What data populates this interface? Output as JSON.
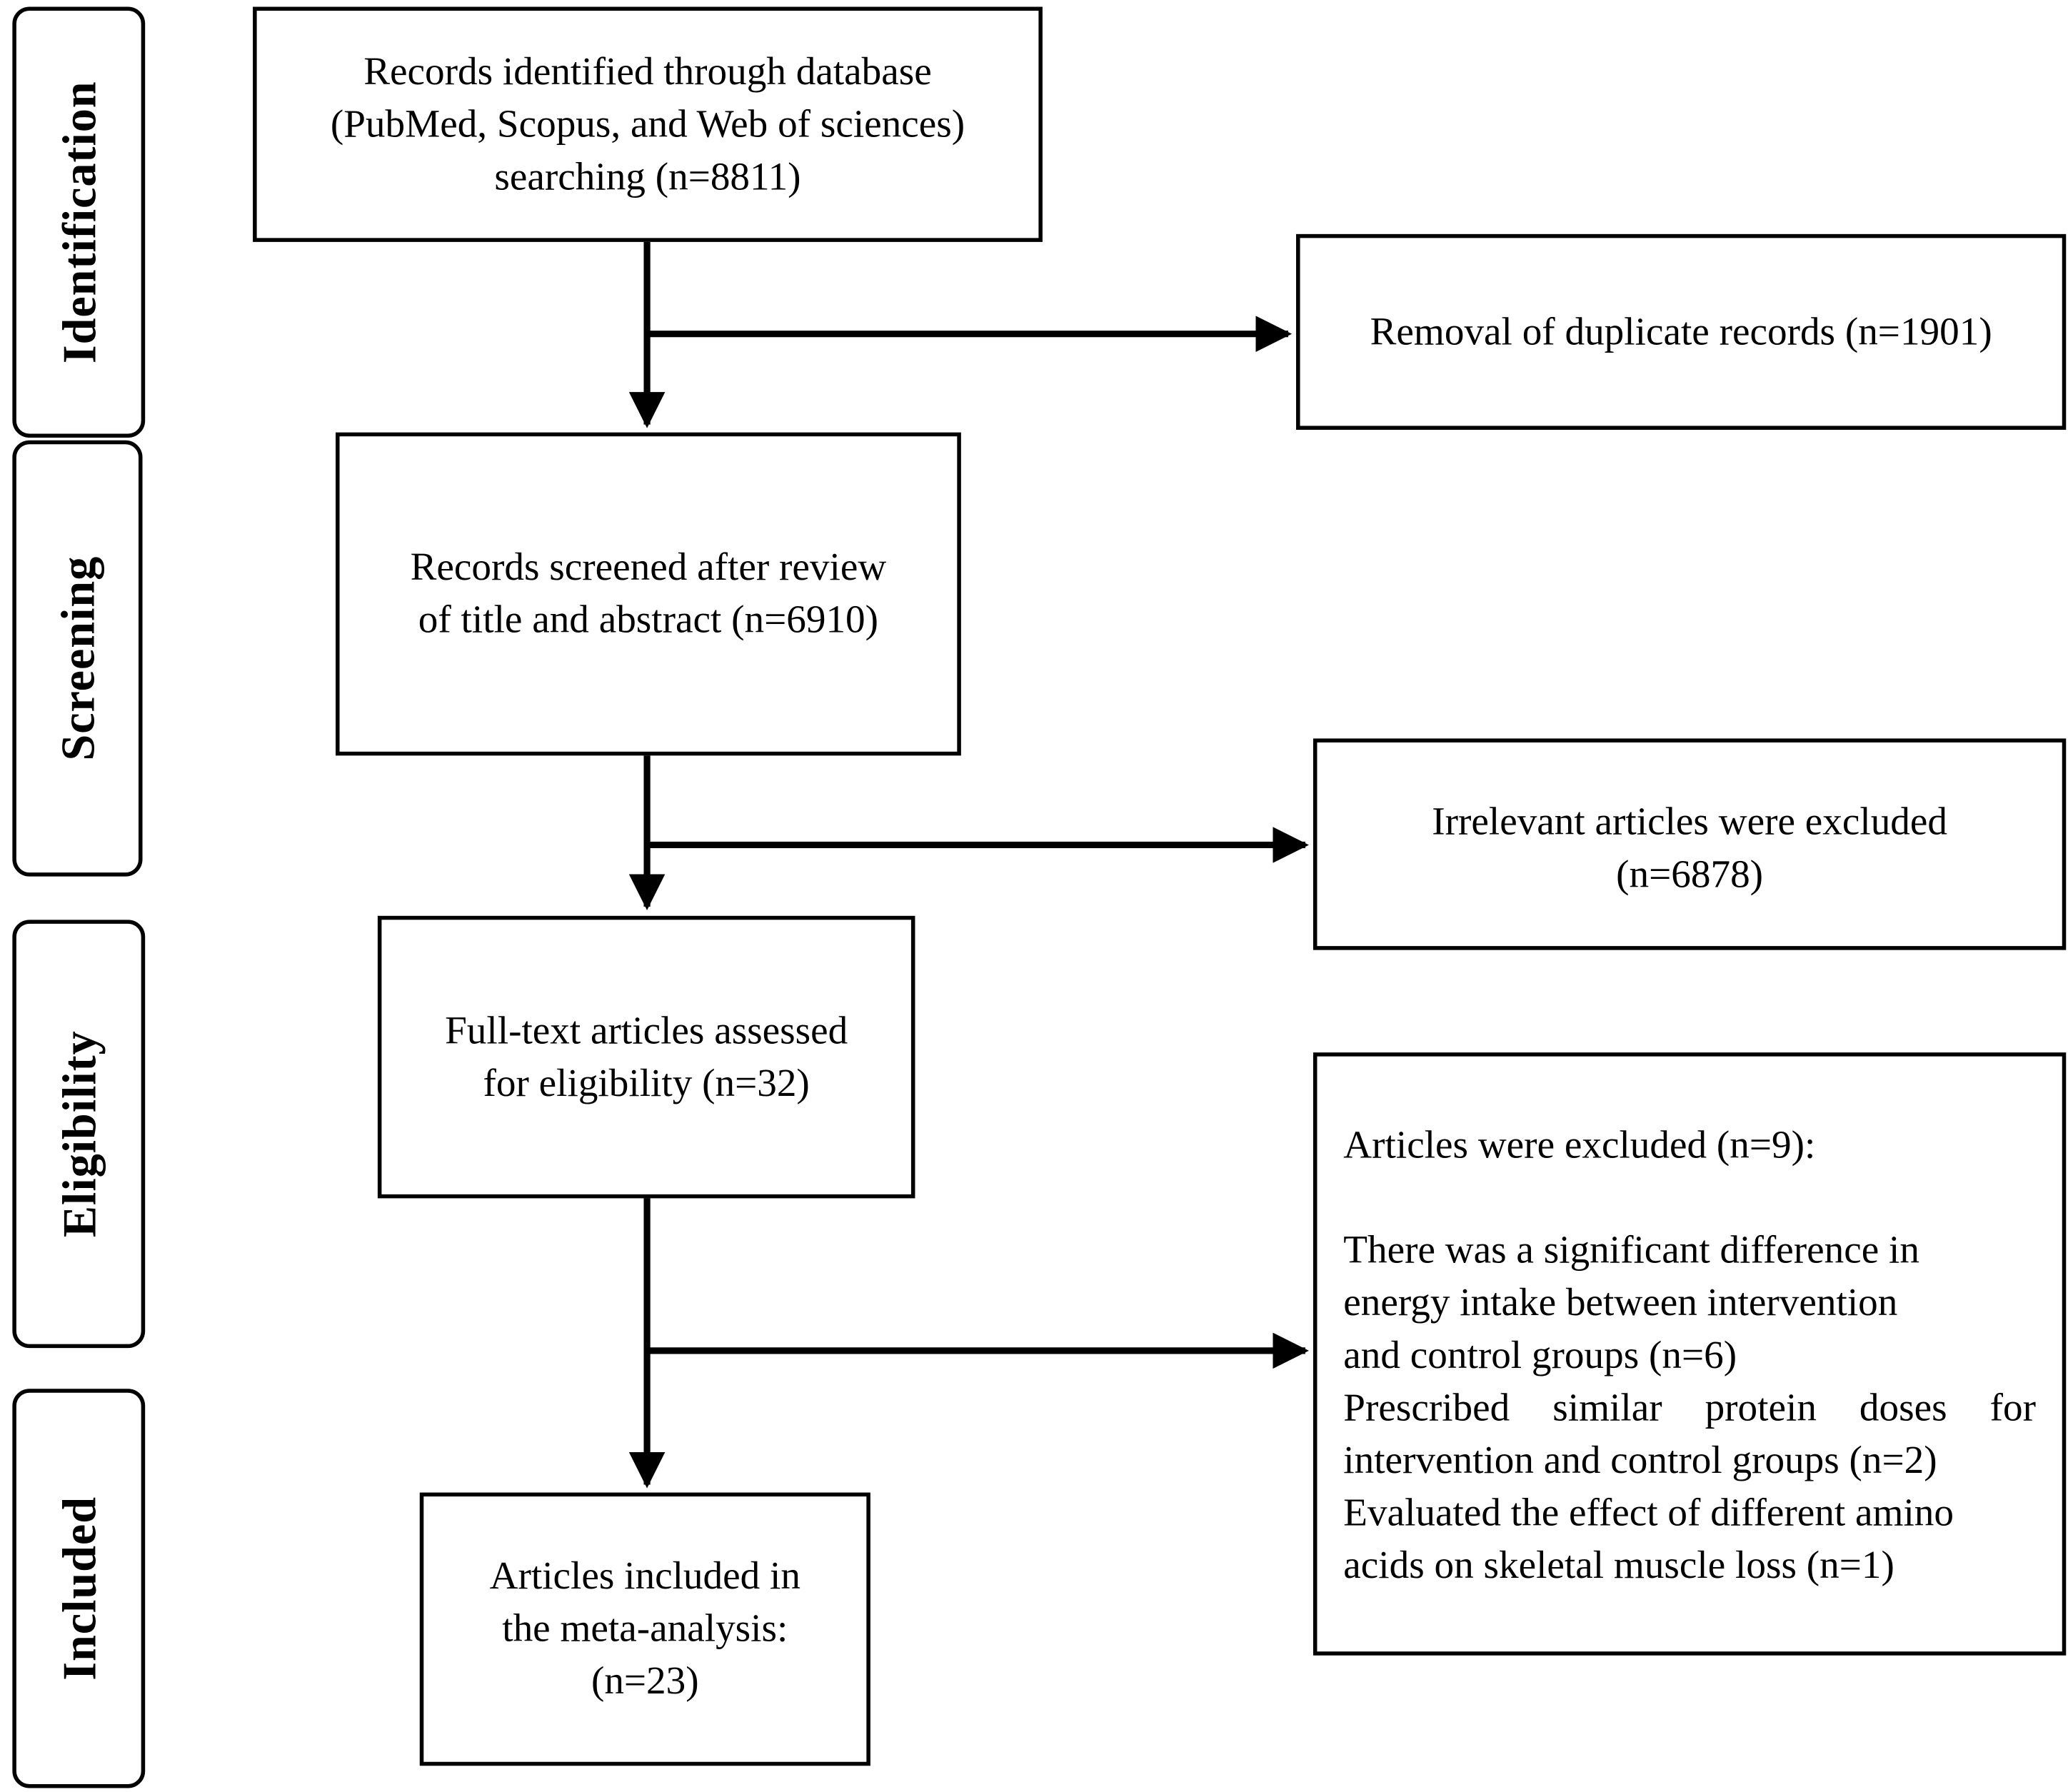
{
  "phases": {
    "identification": "Identification",
    "screening": "Screening",
    "eligibility": "Eligibility",
    "included": "Included"
  },
  "boxes": {
    "identified": {
      "lines": [
        "Records identified through database",
        "(PubMed, Scopus, and Web of sciences)",
        "searching (n=8811)"
      ]
    },
    "duplicates": {
      "lines": [
        "Removal of duplicate records (n=1901)"
      ]
    },
    "screened": {
      "lines": [
        "Records screened after review",
        "of title and abstract (n=6910)"
      ]
    },
    "irrelevant": {
      "lines": [
        "Irrelevant articles were excluded",
        "(n=6878)"
      ]
    },
    "fulltext": {
      "lines": [
        "Full-text articles assessed",
        "for eligibility (n=32)"
      ]
    },
    "excluded": {
      "header": "Articles were excluded (n=9):",
      "lines": [
        "There was a significant difference in",
        "energy intake between intervention",
        "and control groups (n=6)",
        "Prescribed similar protein doses for",
        "intervention and control groups (n=2)",
        "Evaluated the effect of different amino",
        "acids on skeletal muscle loss (n=1)"
      ]
    },
    "included": {
      "lines": [
        "Articles included in",
        "the meta-analysis:",
        "(n=23)"
      ]
    }
  }
}
